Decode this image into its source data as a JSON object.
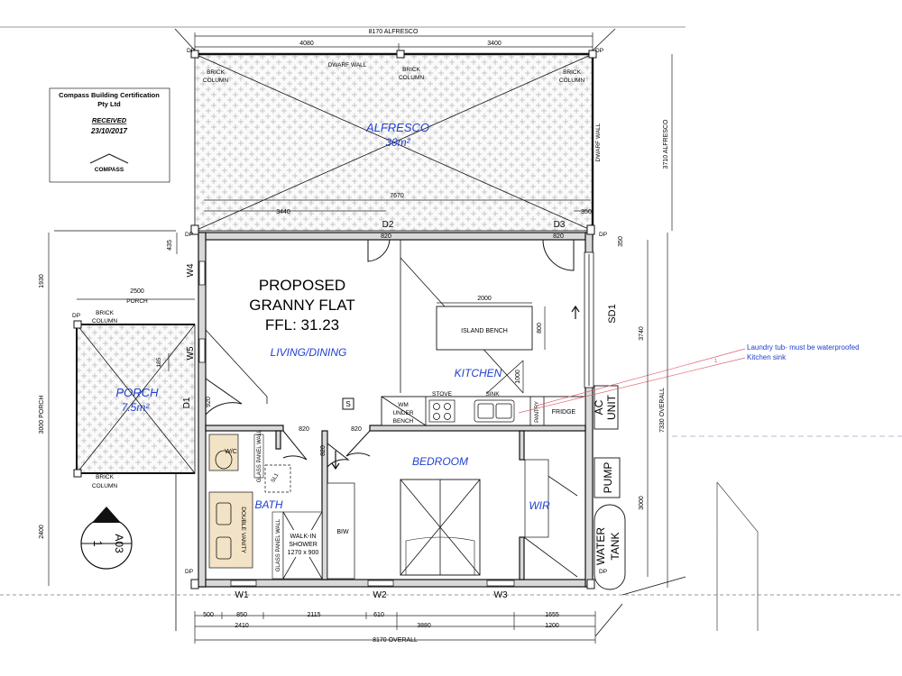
{
  "stamp": {
    "company": "Compass Building Certification",
    "company_line2": "Pty Ltd",
    "received": "RECEIVED",
    "date": "23/10/2017",
    "logo_text": "COMPASS"
  },
  "title": {
    "line1": "PROPOSED",
    "line2": "GRANNY FLAT",
    "line3": "FFL: 31.23"
  },
  "rooms": {
    "alfresco": "ALFRESCO",
    "alfresco_area": "30m²",
    "living": "LIVING/DINING",
    "kitchen": "KITCHEN",
    "bedroom": "BEDROOM",
    "wir": "WIR",
    "bath": "BATH",
    "porch": "PORCH",
    "porch_area": "7.5m²"
  },
  "labels": {
    "dwarf_wall": "DWARF WALL",
    "dwarf_wall_side": "DWARF WALL",
    "brick": "BRICK",
    "column": "COLUMN",
    "island_bench": "ISLAND BENCH",
    "stove": "STOVE",
    "sink": "SINK",
    "pantry": "PANTRY",
    "fridge": "FRIDGE",
    "wm": "WM",
    "under": "UNDER",
    "bench": "BENCH",
    "wc": "W/C",
    "glass_panel_wall": "GLASS PANEL WALL",
    "double_vanity": "DOUBLE VANITY",
    "walkin1": "WALK-IN",
    "walkin2": "SHOWER",
    "walkin3": "1270 x 900",
    "biw": "BIW",
    "ac": "AC",
    "unit": "UNIT",
    "pump": "PUMP",
    "water": "WATER",
    "tank": "TANK",
    "dp": "DP",
    "s": "S",
    "sl1": "SL1"
  },
  "openings": {
    "d1": "D1",
    "d2": "D2",
    "d3": "D3",
    "w1": "W1",
    "w2": "W2",
    "w3": "W3",
    "w4": "W4",
    "w5": "W5",
    "sd1": "SD1"
  },
  "dimensions": {
    "alfresco_top": "8170 ALFRESCO",
    "top_4080": "4080",
    "top_3400": "3400",
    "alfresco_7670": "7670",
    "alfresco_3440": "3440",
    "alfresco_350": "350",
    "alfresco_right": "3710 ALFRESCO",
    "door_820_d2": "820",
    "door_820_d3": "820",
    "right_350": "350",
    "right_3740": "3740",
    "right_7330": "7330 OVERALL",
    "right_3000": "3000",
    "left_435": "435",
    "left_1930": "1930",
    "left_3000": "3000 PORCH",
    "left_2400": "2400",
    "porch_2500": "2500",
    "porch_label": "PORCH",
    "porch_185": "185",
    "island_2000": "2000",
    "island_800": "800",
    "k_1000": "1000",
    "d1_920": "920",
    "bath_820a": "820",
    "bath_820b": "820",
    "bath_820c": "820",
    "b_500": "500",
    "b_850": "850",
    "b_2115": "2115",
    "b_610": "610",
    "b_1655": "1655",
    "b_2410": "2410",
    "b_3880": "3880",
    "b_1200": "1200",
    "b_overall": "8170 OVERALL"
  },
  "notes": {
    "laundry": "Laundry tub- must be waterproofed",
    "sink": "Kitchen sink",
    "mark": "1"
  },
  "section_mark": {
    "ref": "A03",
    "num": "1"
  }
}
